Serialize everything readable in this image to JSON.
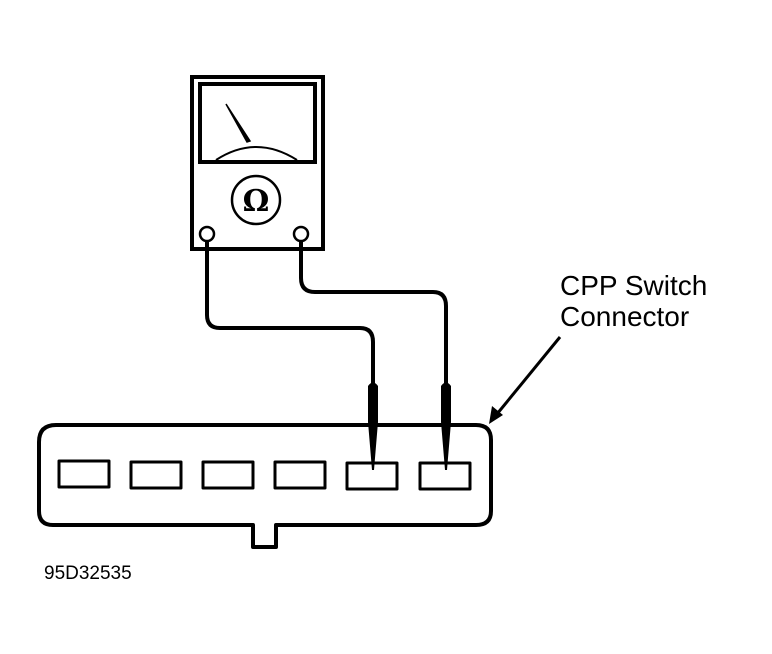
{
  "diagram": {
    "title": "CPP Switch Connector resistance test",
    "callout_line1": "CPP Switch",
    "callout_line2": "Connector",
    "figure_id": "95D32535",
    "meter": {
      "type": "ohmmeter",
      "symbol": "Ω"
    },
    "connector": {
      "terminal_count": 6,
      "probed_terminals": [
        5,
        6
      ]
    },
    "colors": {
      "ink": "#000000",
      "background": "#ffffff"
    }
  }
}
